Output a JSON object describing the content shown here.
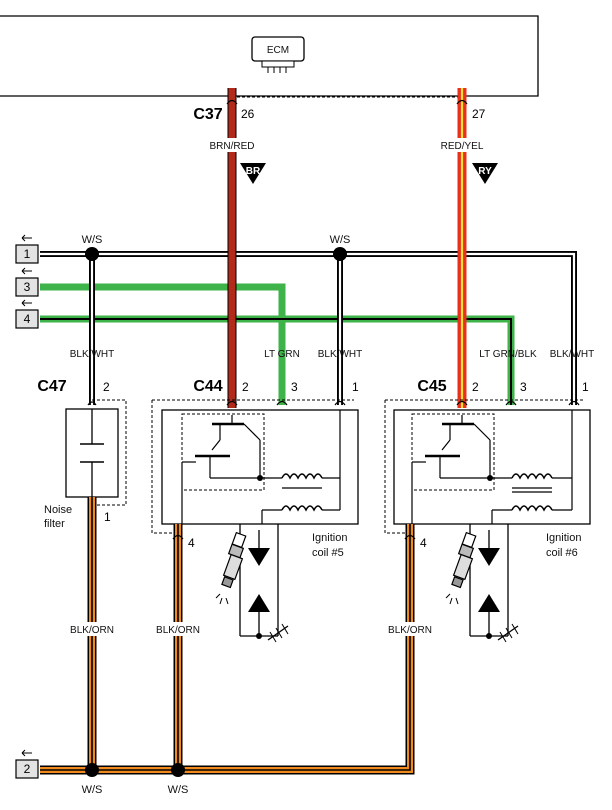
{
  "ecm": {
    "label": "ECM"
  },
  "connectors": {
    "c37": "C37",
    "c44": "C44",
    "c45": "C45",
    "c47": "C47"
  },
  "pins": {
    "c37_a": "26",
    "c37_b": "27",
    "c47_top": "2",
    "c47_bottom": "1",
    "c44_p2": "2",
    "c44_p3": "3",
    "c44_p1": "1",
    "c44_p4": "4",
    "c45_p2": "2",
    "c45_p3": "3",
    "c45_p1": "1",
    "c45_p4": "4"
  },
  "wires": {
    "brn_red": "BRN/RED",
    "red_yel": "RED/YEL",
    "blk_wht_1": "BLK/WHT",
    "blk_wht_2": "BLK/WHT",
    "blk_wht_3": "BLK/WHT",
    "lt_grn": "LT GRN",
    "lt_grn_blk": "LT GRN/BLK",
    "blk_orn_1": "BLK/ORN",
    "blk_orn_2": "BLK/ORN",
    "blk_orn_3": "BLK/ORN"
  },
  "splices": {
    "ws_top_1": "W/S",
    "ws_top_2": "W/S",
    "ws_bottom_1": "W/S",
    "ws_bottom_2": "W/S"
  },
  "badges": {
    "br": "BR",
    "ry": "RY"
  },
  "terminals": {
    "t1": "1",
    "t2": "2",
    "t3": "3",
    "t4": "4"
  },
  "components": {
    "noise_filter_line1": "Noise",
    "noise_filter_line2": "filter",
    "coil5_line1": "Ignition",
    "coil5_line2": "coil #5",
    "coil6_line1": "Ignition",
    "coil6_line2": "coil #6"
  },
  "colors": {
    "brn_red": "#b22a1a",
    "red_yel": "#e8301c",
    "yellow": "#f2e233",
    "green": "#3db34a",
    "orange": "#f08a1c",
    "black": "#000000"
  }
}
